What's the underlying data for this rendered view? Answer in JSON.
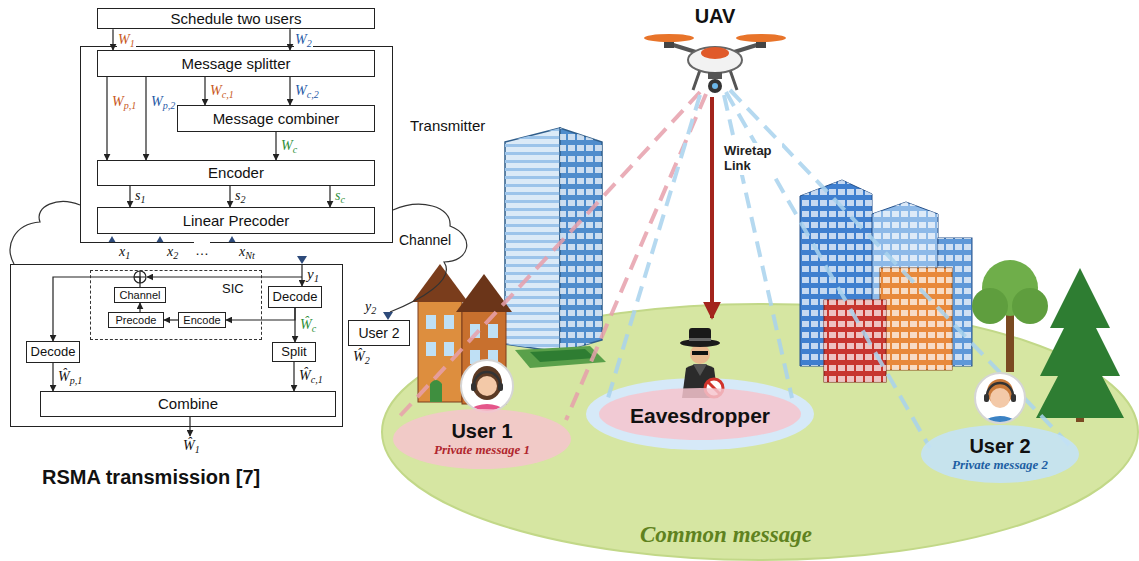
{
  "diagram": {
    "caption": "RSMA transmission [7]",
    "nodes": [
      {
        "text": [
          "Schedule two users"
        ]
      },
      {
        "text": [
          "Transmitter"
        ]
      },
      {
        "text": [
          "Message splitter"
        ],
        "in": 1
      },
      {
        "text": [
          "Message combiner"
        ],
        "in": 1
      },
      {
        "text": [
          "Encoder"
        ],
        "in": 1
      },
      {
        "text": [
          "Linear Precoder"
        ],
        "in": 1
      },
      {
        "text": [
          "y1"
        ]
      },
      {
        "text": [
          "Decode"
        ],
        "in": 6
      },
      {
        "text": [
          "SIC"
        ],
        "in": 6
      },
      {
        "text": [
          "Channel"
        ],
        "in": 8
      },
      {
        "text": [
          "Precode"
        ],
        "in": 8
      },
      {
        "text": [
          "Encode"
        ],
        "in": 8
      },
      {
        "text": [
          "Split"
        ],
        "in": 6
      },
      {
        "text": [
          "Decode"
        ],
        "in": 6
      },
      {
        "text": [
          "Combine"
        ],
        "in": 6
      },
      {
        "text": [
          "User 2"
        ]
      },
      {
        "text": [
          "UAV"
        ]
      },
      {
        "text": [
          "Eavesdropper"
        ]
      },
      {
        "text": [
          "User 1",
          "Private message 1"
        ]
      },
      {
        "text": [
          "User 2",
          "Private message 2"
        ]
      }
    ],
    "edges": [
      {
        "from": 0,
        "to": 2,
        "arrow": "to",
        "label": "W1"
      },
      {
        "from": 0,
        "to": 2,
        "arrow": "to",
        "label": "W2"
      },
      {
        "from": 2,
        "to": 4,
        "arrow": "to",
        "label": "Wp,1"
      },
      {
        "from": 2,
        "to": 4,
        "arrow": "to",
        "label": "Wp,2"
      },
      {
        "from": 2,
        "to": 3,
        "arrow": "to",
        "label": "Wc,1"
      },
      {
        "from": 2,
        "to": 3,
        "arrow": "to",
        "label": "Wc,2"
      },
      {
        "from": 3,
        "to": 4,
        "arrow": "to",
        "label": "Wc"
      },
      {
        "from": 4,
        "to": 5,
        "arrow": "to",
        "label": "s1"
      },
      {
        "from": 4,
        "to": 5,
        "arrow": "to",
        "label": "s2"
      },
      {
        "from": 4,
        "to": 5,
        "arrow": "to",
        "label": "sc"
      },
      {
        "from": 7,
        "to": 12,
        "arrow": "to",
        "label": "Ŵc"
      },
      {
        "from": 7,
        "to": 11,
        "arrow": "to"
      },
      {
        "from": 11,
        "to": 10,
        "arrow": "to"
      },
      {
        "from": 10,
        "to": 9,
        "arrow": "to"
      },
      {
        "from": 9,
        "to": 13,
        "arrow": "to"
      },
      {
        "from": 12,
        "to": 14,
        "arrow": "to",
        "label": "Ŵc,1"
      },
      {
        "from": 13,
        "to": 14,
        "arrow": "to",
        "label": "Ŵp,1"
      },
      {
        "from": 16,
        "to": 17,
        "arrow": "to",
        "label": "Wiretap Link"
      }
    ],
    "labels": [
      "x1",
      "x2",
      "…",
      "xNt",
      "Channel",
      "y2",
      "Ŵ2",
      "Ŵ1",
      "Common message"
    ]
  }
}
